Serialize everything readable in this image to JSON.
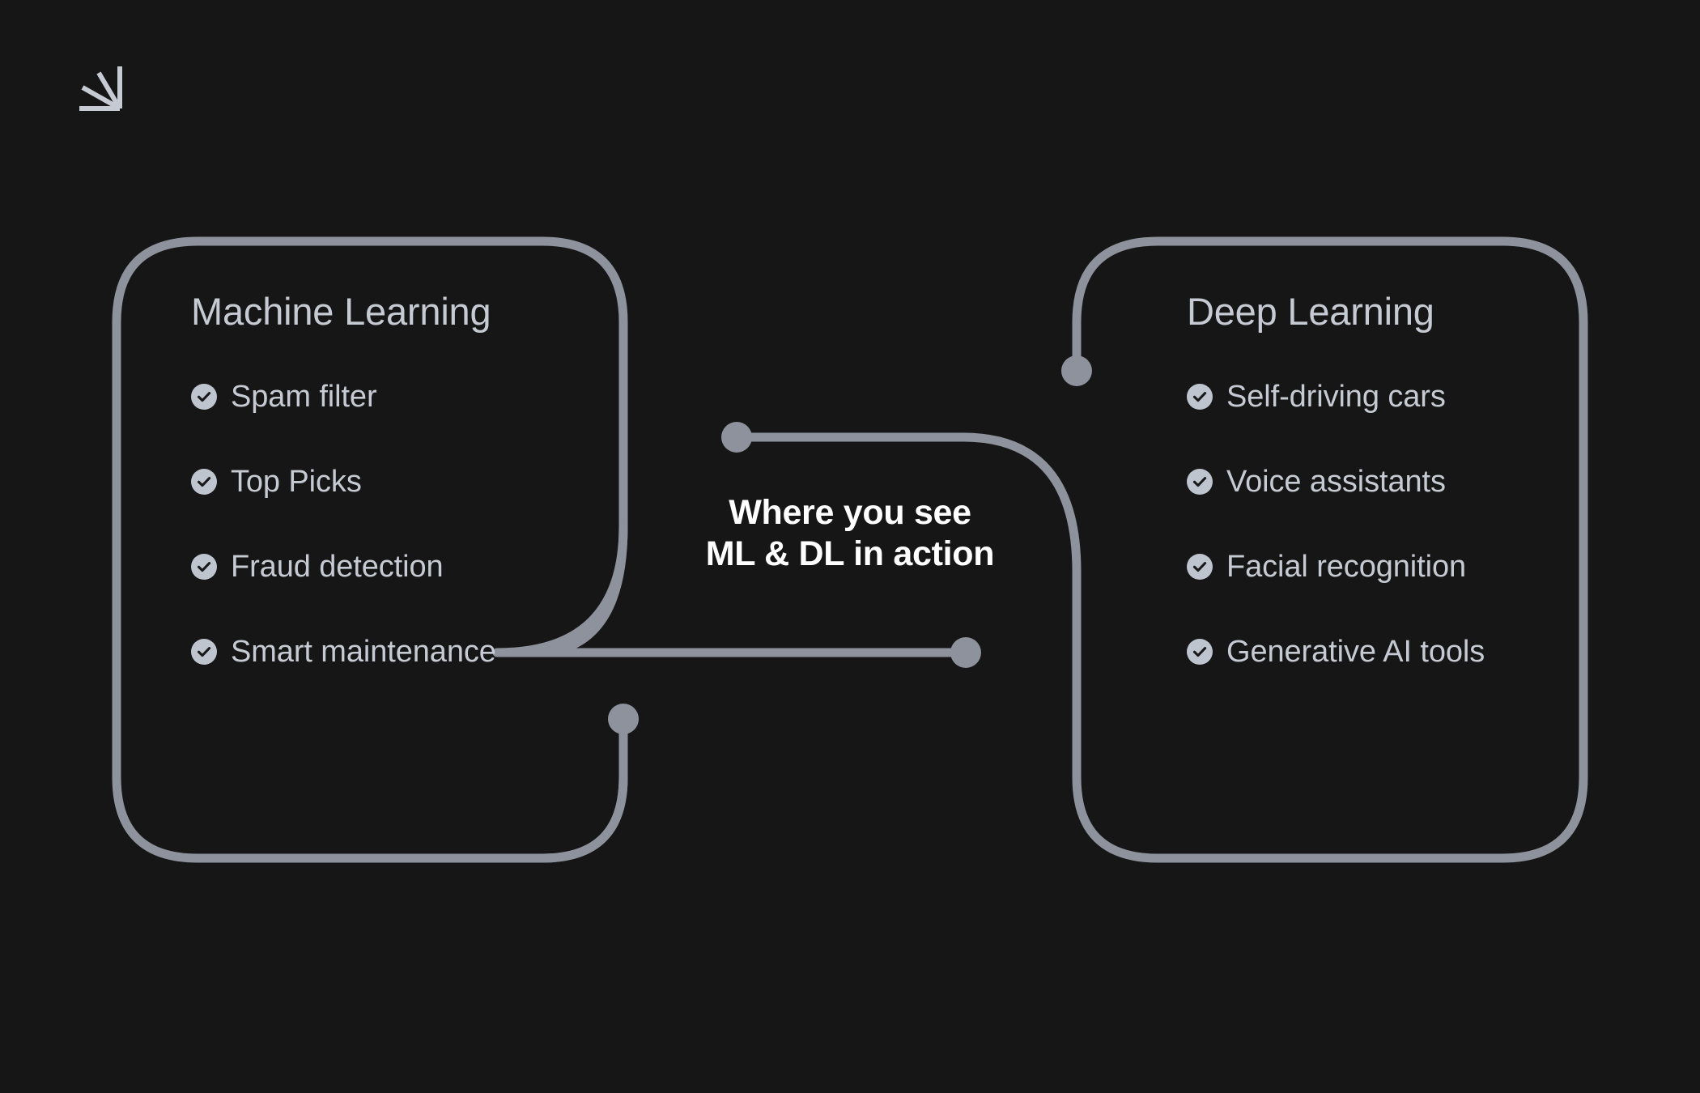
{
  "canvas": {
    "background": "#161616",
    "accent_line": "#8d929c",
    "text_primary": "#c6cad3",
    "text_emphasis": "#ffffff",
    "icon_fill": "#bfc5cf",
    "icon_check": "#1a1a1a"
  },
  "decoration": {
    "corner_mark_name": "arrow-rays-mark"
  },
  "left_card": {
    "title": "Machine Learning",
    "items": [
      {
        "label": "Spam filter"
      },
      {
        "label": "Top Picks"
      },
      {
        "label": "Fraud detection"
      },
      {
        "label": "Smart maintenance"
      }
    ]
  },
  "right_card": {
    "title": "Deep Learning",
    "items": [
      {
        "label": "Self-driving cars"
      },
      {
        "label": "Voice assistants"
      },
      {
        "label": "Facial recognition"
      },
      {
        "label": "Generative AI tools"
      }
    ]
  },
  "center": {
    "line1": "Where you see",
    "line2": "ML & DL in action"
  }
}
